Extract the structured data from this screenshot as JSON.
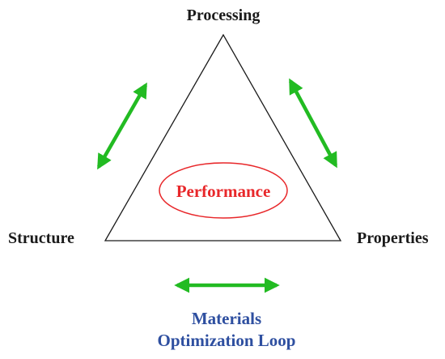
{
  "vertices": {
    "top": "Processing",
    "left": "Structure",
    "right": "Properties"
  },
  "center": "Performance",
  "caption": {
    "line1": "Materials",
    "line2": "Optimization Loop"
  },
  "colors": {
    "text": "#1a1a1a",
    "arrow": "#22bb22",
    "center": "#e8272a",
    "caption": "#2e4fa0"
  }
}
